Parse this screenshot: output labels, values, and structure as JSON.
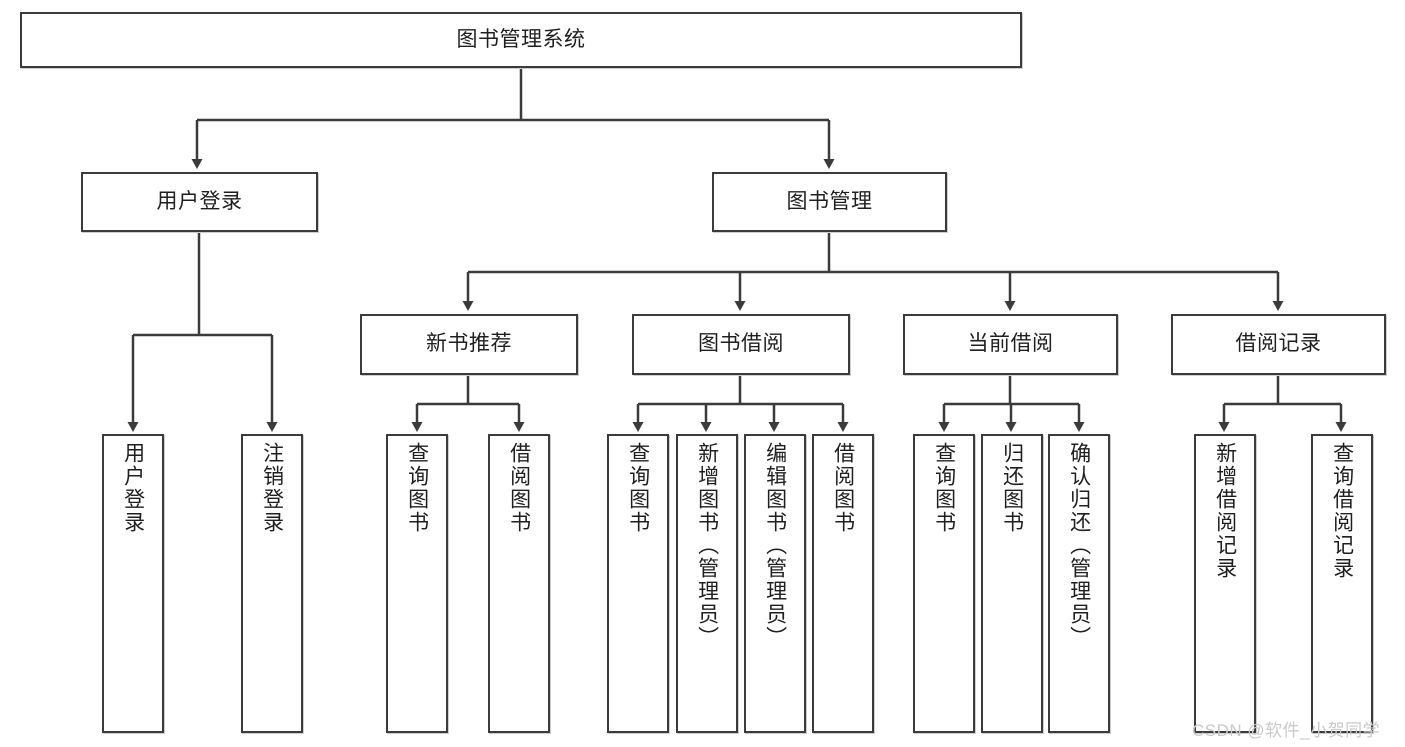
{
  "diagram": {
    "type": "tree-hierarchy",
    "title": "图书管理系统",
    "root": {
      "label": "图书管理系统"
    },
    "level2": [
      {
        "id": "user-login",
        "label": "用户登录"
      },
      {
        "id": "book-manage",
        "label": "图书管理"
      }
    ],
    "level3": [
      {
        "id": "new-book-rec",
        "label": "新书推荐",
        "parent": "book-manage"
      },
      {
        "id": "book-borrow",
        "label": "图书借阅",
        "parent": "book-manage"
      },
      {
        "id": "current-borrow",
        "label": "当前借阅",
        "parent": "book-manage"
      },
      {
        "id": "borrow-record",
        "label": "借阅记录",
        "parent": "book-manage"
      }
    ],
    "leaves": [
      {
        "id": "leaf-user-login",
        "label": "用户登录",
        "parent": "user-login"
      },
      {
        "id": "leaf-logout",
        "label": "注销登录",
        "parent": "user-login"
      },
      {
        "id": "leaf-query-book-1",
        "label": "查询图书",
        "parent": "new-book-rec"
      },
      {
        "id": "leaf-borrow-book-1",
        "label": "借阅图书",
        "parent": "new-book-rec"
      },
      {
        "id": "leaf-query-book-2",
        "label": "查询图书",
        "parent": "book-borrow"
      },
      {
        "id": "leaf-add-book",
        "label": "新增图书（管理员）",
        "parent": "book-borrow"
      },
      {
        "id": "leaf-edit-book",
        "label": "编辑图书（管理员）",
        "parent": "book-borrow"
      },
      {
        "id": "leaf-borrow-book-2",
        "label": "借阅图书",
        "parent": "book-borrow"
      },
      {
        "id": "leaf-query-book-3",
        "label": "查询图书",
        "parent": "current-borrow"
      },
      {
        "id": "leaf-return-book",
        "label": "归还图书",
        "parent": "current-borrow"
      },
      {
        "id": "leaf-confirm-return",
        "label": "确认归还（管理员）",
        "parent": "current-borrow"
      },
      {
        "id": "leaf-add-record",
        "label": "新增借阅记录",
        "parent": "borrow-record"
      },
      {
        "id": "leaf-query-record",
        "label": "查询借阅记录",
        "parent": "borrow-record"
      }
    ],
    "watermark": "CSDN @软件_小贺同学",
    "colors": {
      "stroke": "#3b3b3b",
      "fill": "#ffffff",
      "text": "#1f1f1f",
      "watermark": "#c9c9c9"
    }
  }
}
